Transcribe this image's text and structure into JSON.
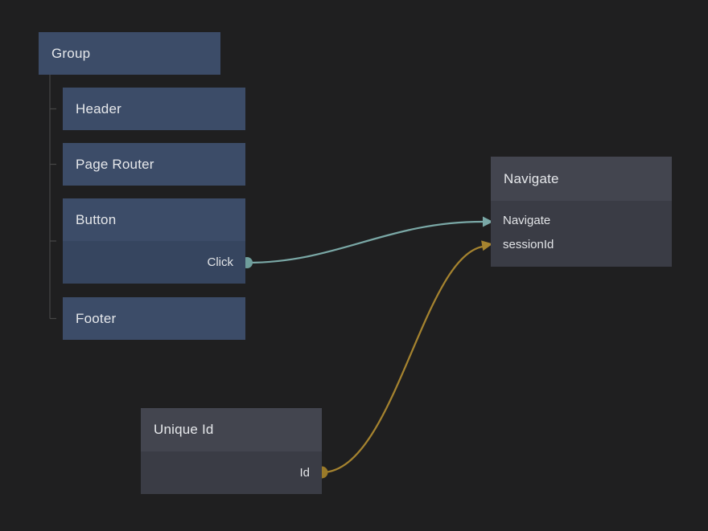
{
  "canvas": {
    "background": "#1f1f20"
  },
  "colors": {
    "component_node_header": "#3c4c68",
    "component_node_body": "#36455f",
    "logic_node_header": "#43454f",
    "logic_node_body": "#3a3c45",
    "signal_color": "#7aa8a6",
    "value_color": "#a5832f",
    "tree_line_color": "#454545",
    "text_color": "#e3e5e8",
    "canvas_bg": "#1f1f20"
  },
  "nodes": {
    "group": {
      "title": "Group"
    },
    "header": {
      "title": "Header"
    },
    "page_router": {
      "title": "Page Router"
    },
    "button": {
      "title": "Button",
      "output_label": "Click"
    },
    "footer": {
      "title": "Footer"
    },
    "navigate": {
      "title": "Navigate",
      "input_1": "Navigate",
      "input_2": "sessionId"
    },
    "unique_id": {
      "title": "Unique Id",
      "output_label": "Id"
    }
  },
  "hierarchy": {
    "parent": "Group",
    "children": [
      "Header",
      "Page Router",
      "Button",
      "Footer"
    ]
  },
  "connections": [
    {
      "from": "Button.Click",
      "to": "Navigate.Navigate",
      "type": "signal",
      "color": "#7aa8a6"
    },
    {
      "from": "Unique Id.Id",
      "to": "Navigate.sessionId",
      "type": "value",
      "color": "#a5832f"
    }
  ]
}
